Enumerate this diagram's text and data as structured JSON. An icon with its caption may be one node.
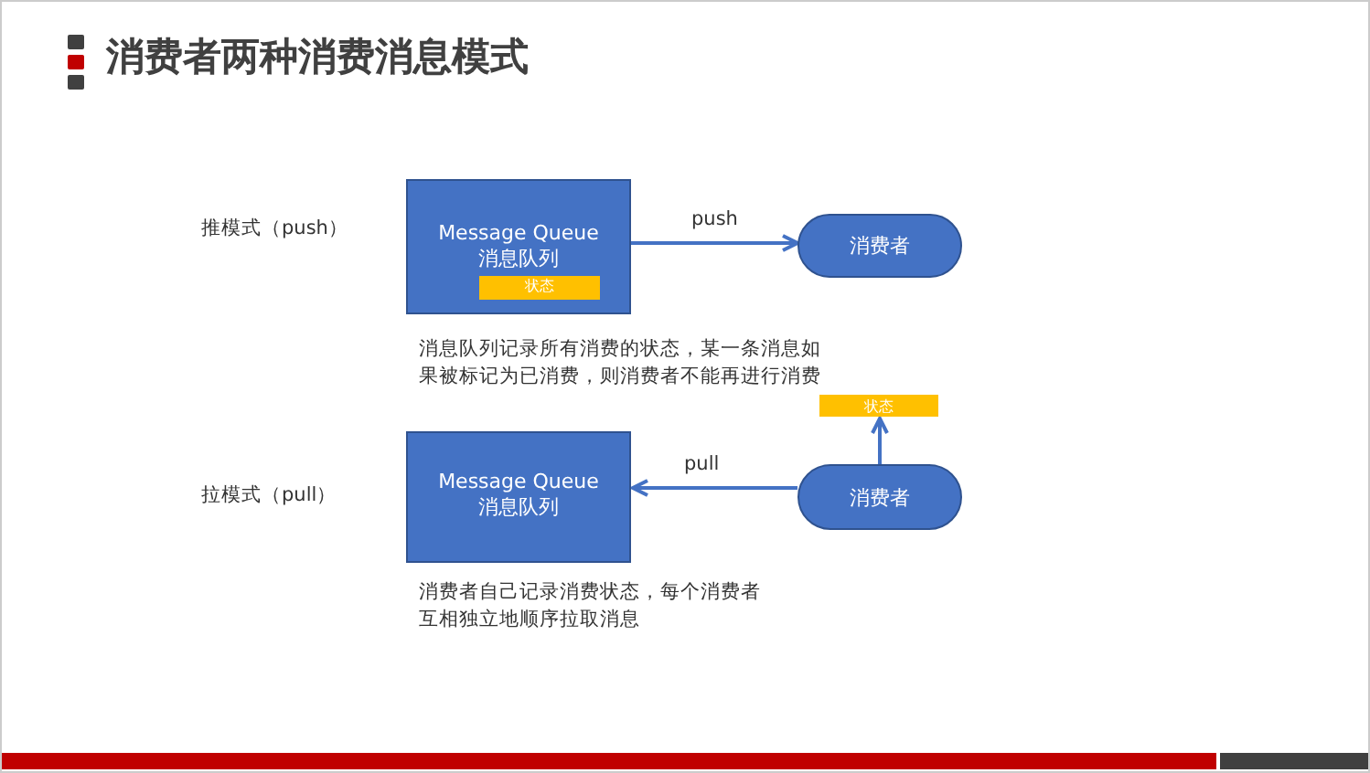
{
  "diagram": {
    "title": "消费者两种消费消息模式",
    "nodes": [
      {
        "text": [
          "Message Queue 消息队列"
        ]
      },
      {
        "text": [
          "状态"
        ],
        "in": 0
      },
      {
        "text": [
          "消费者"
        ]
      },
      {
        "text": [
          "Message Queue 消息队列"
        ]
      },
      {
        "text": [
          "消费者"
        ]
      },
      {
        "text": [
          "状态"
        ]
      }
    ],
    "edges": [
      {
        "from": 0,
        "to": 2,
        "arrow": "to",
        "label": "push"
      },
      {
        "from": 4,
        "to": 3,
        "arrow": "to",
        "label": "pull"
      },
      {
        "from": 4,
        "to": 5,
        "arrow": "to"
      }
    ],
    "labels": [
      "推模式（push）",
      "消息队列记录所有消费的状态，某一条消息如果被标记为已消费，则消费者不能再进行消费",
      "拉模式（pull）",
      "消费者自己记录消费状态，每个消费者互相独立地顺序拉取消息"
    ]
  }
}
